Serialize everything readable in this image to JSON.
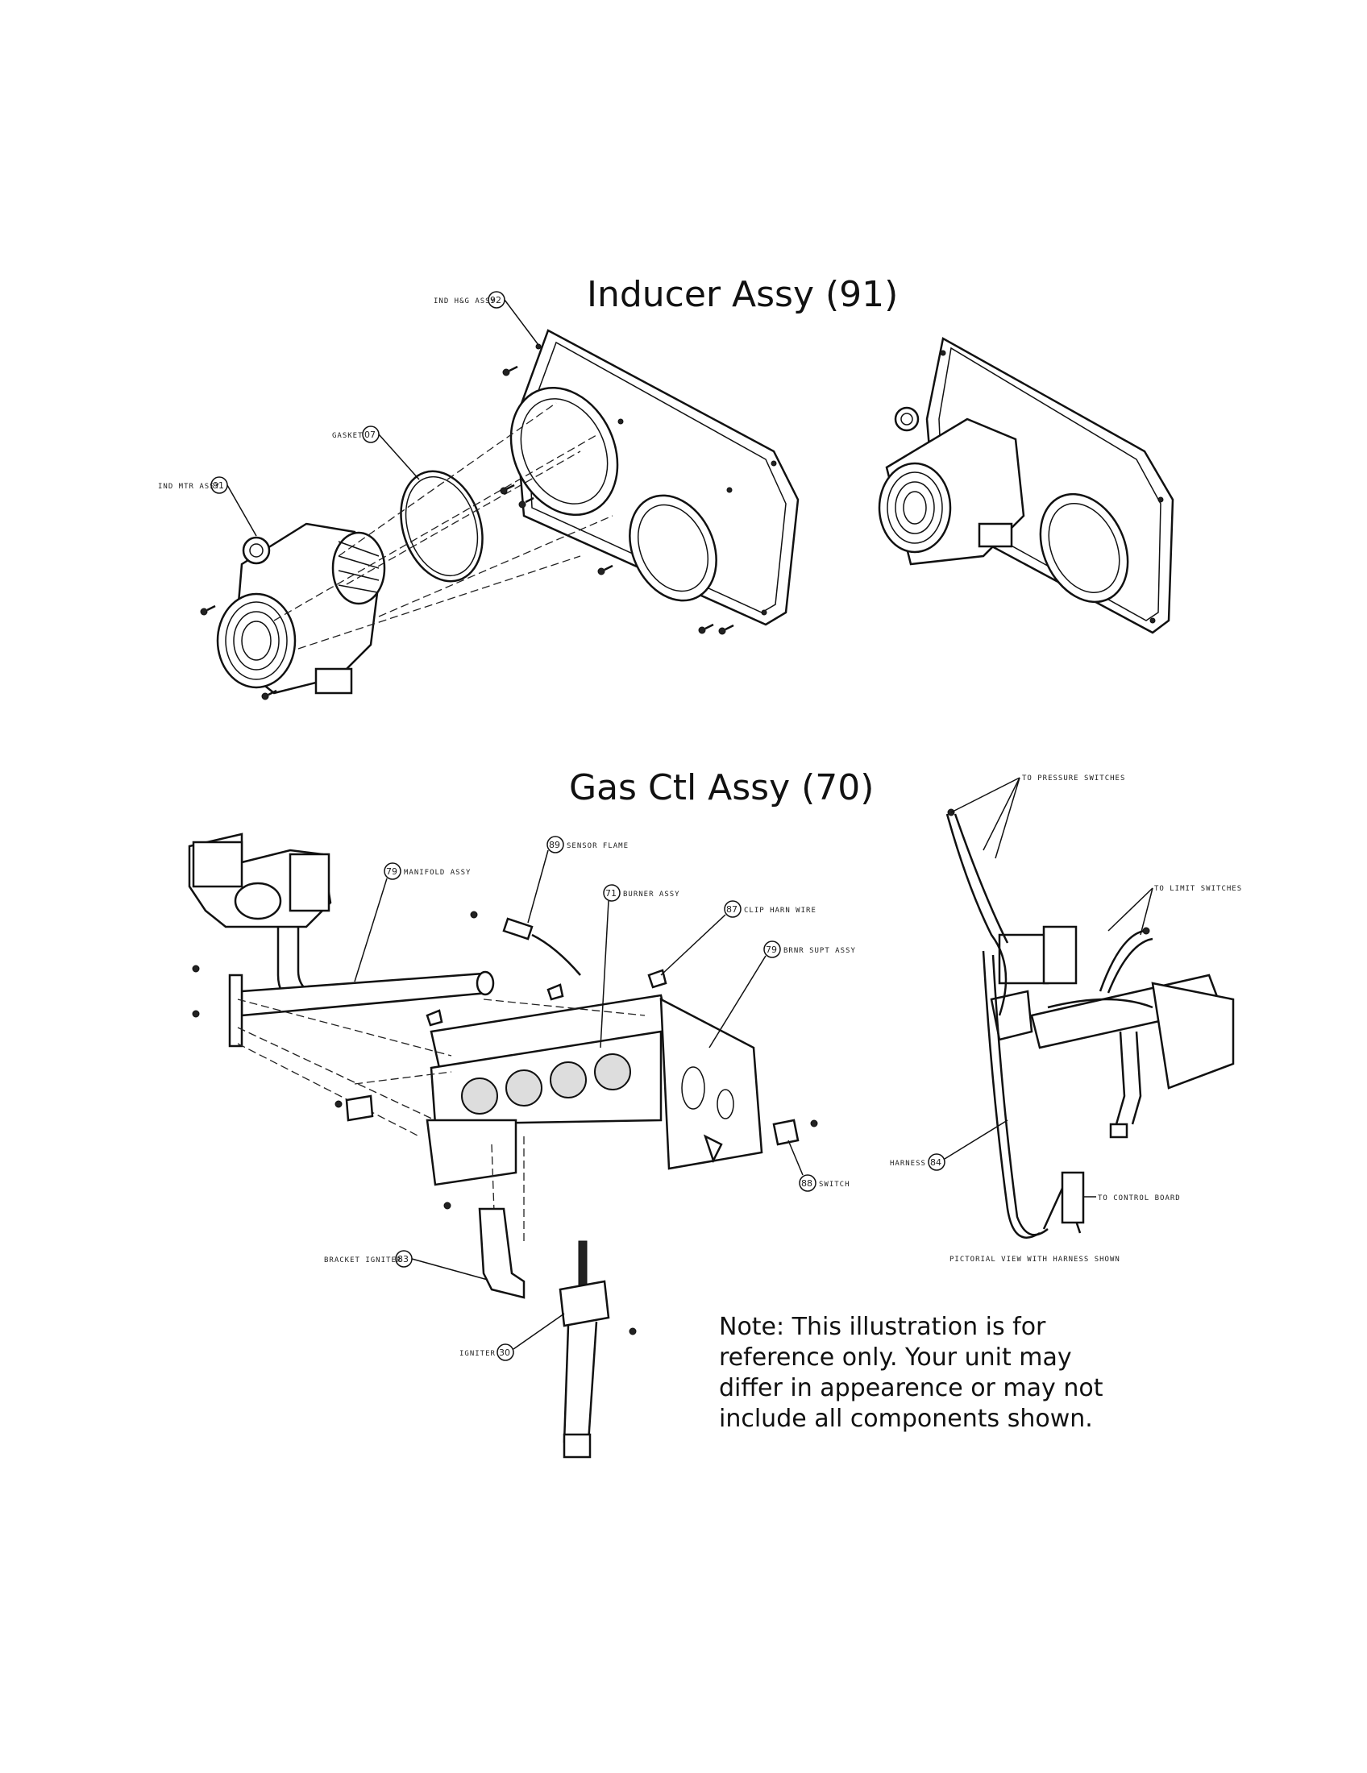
{
  "titles": {
    "inducer": "Inducer Assy (91)",
    "gas_control": "Gas Ctl Assy (70)"
  },
  "note": {
    "lines": [
      "Note: This illustration is for",
      "reference only. Your unit may",
      "differ in appearence or may not",
      "include all components shown."
    ]
  },
  "inducer_callouts": [
    {
      "label": "IND H&G ASSY",
      "number": "92"
    },
    {
      "label": "GASKET",
      "number": "07"
    },
    {
      "label": "IND MTR ASSY",
      "number": "91"
    }
  ],
  "gas_callouts": [
    {
      "label": "SENSOR FLAME",
      "number": "89"
    },
    {
      "label": "MANIFOLD ASSY",
      "number": "79"
    },
    {
      "label": "BURNER ASSY",
      "number": "71"
    },
    {
      "label": "CLIP HARN WIRE",
      "number": "87"
    },
    {
      "label": "BRNR SUPT ASSY",
      "number": "79"
    },
    {
      "label": "SWITCH",
      "number": "88"
    },
    {
      "label": "BRACKET IGNITER",
      "number": "83"
    },
    {
      "label": "IGNITER",
      "number": "30"
    }
  ],
  "harness_callouts": [
    {
      "label": "TO PRESSURE SWITCHES"
    },
    {
      "label": "TO LIMIT SWITCHES"
    },
    {
      "label": "HARNESS",
      "number": "84"
    },
    {
      "label": "TO CONTROL BOARD"
    },
    {
      "label": "PICTORIAL VIEW WITH HARNESS SHOWN"
    }
  ]
}
